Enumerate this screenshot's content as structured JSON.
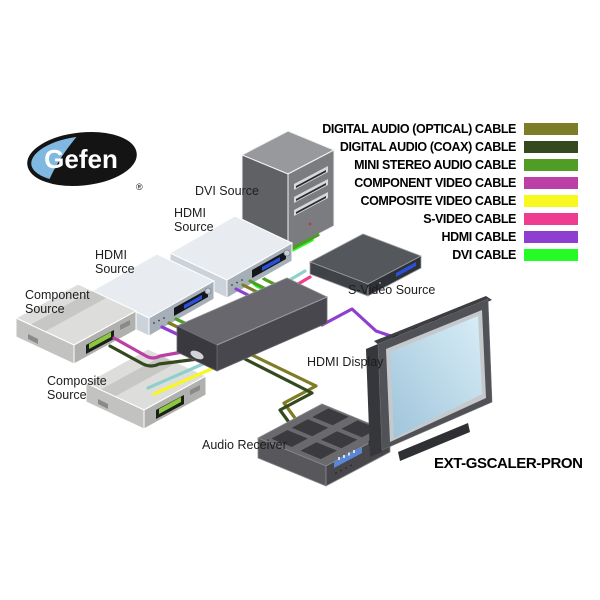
{
  "brand": {
    "name": "Gefen",
    "registered": "®"
  },
  "model_label": "EXT-GSCALER-PRON",
  "devices": {
    "dvi_source": "DVI Source",
    "hdmi_source_top": "HDMI Source",
    "hdmi_source_bottom": "HDMI Source",
    "component_source": "Component Source",
    "composite_source": "Composite Source",
    "svideo_source": "S-Video Source",
    "hdmi_display": "HDMI Display",
    "audio_receiver": "Audio Receiver"
  },
  "legend": {
    "items": [
      {
        "label": "DIGITAL AUDIO (OPTICAL) CABLE",
        "color": "#7d7d28"
      },
      {
        "label": "DIGITAL AUDIO (COAX) CABLE",
        "color": "#35491f"
      },
      {
        "label": "MINI STEREO AUDIO CABLE",
        "color": "#4f9d25"
      },
      {
        "label": "COMPONENT VIDEO CABLE",
        "color": "#bb3fa5"
      },
      {
        "label": "COMPOSITE VIDEO CABLE",
        "color": "#f8f821"
      },
      {
        "label": "S-VIDEO CABLE",
        "color": "#ee3d8f"
      },
      {
        "label": "HDMI CABLE",
        "color": "#8e3fd0"
      },
      {
        "label": "DVI CABLE",
        "color": "#25fb25"
      }
    ]
  },
  "cables": {
    "digital_audio_optical": "#7d7d28",
    "digital_audio_coax": "#35491f",
    "mini_stereo_audio": "#4f9d25",
    "component_video": "#bb3fa5",
    "composite_video": "#f8f821",
    "s_video": "#ee3d8f",
    "hdmi": "#8e3fd0",
    "dvi": "#25fb25",
    "analog_audio": "#8fd0cc"
  }
}
